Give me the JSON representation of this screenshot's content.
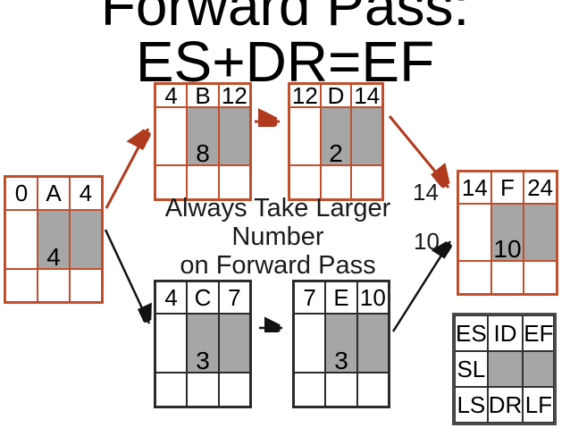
{
  "slide": {
    "title": "Forward Pass:\nES+DR=EF",
    "note_line1": "Always Take Larger Number",
    "note_line2": "on Forward Pass",
    "label_14": "14",
    "label_10": "10"
  },
  "nodes": {
    "A": {
      "es": "0",
      "id": "A",
      "ef": "4",
      "dr": "4"
    },
    "B": {
      "es": "4",
      "id": "B",
      "ef": "12",
      "dr": "8"
    },
    "D": {
      "es": "12",
      "id": "D",
      "ef": "14",
      "dr": "2"
    },
    "F": {
      "es": "14",
      "id": "F",
      "ef": "24",
      "dr": "10"
    },
    "C": {
      "es": "4",
      "id": "C",
      "ef": "7",
      "dr": "3"
    },
    "E": {
      "es": "7",
      "id": "E",
      "ef": "10",
      "dr": "3"
    }
  },
  "legend": {
    "es": "ES",
    "id": "ID",
    "ef": "EF",
    "sl": "SL",
    "ls": "LS",
    "dr": "DR",
    "lf": "LF"
  },
  "colors": {
    "node_border_red": "#c0502d",
    "node_border_dark": "#2b2b2b",
    "legend_border": "#4a4a4a",
    "gray_fill": "#a6a6a6",
    "arrow_red": "#b03a1e",
    "arrow_black": "#111111",
    "text": "#000000",
    "background": "#ffffff"
  }
}
